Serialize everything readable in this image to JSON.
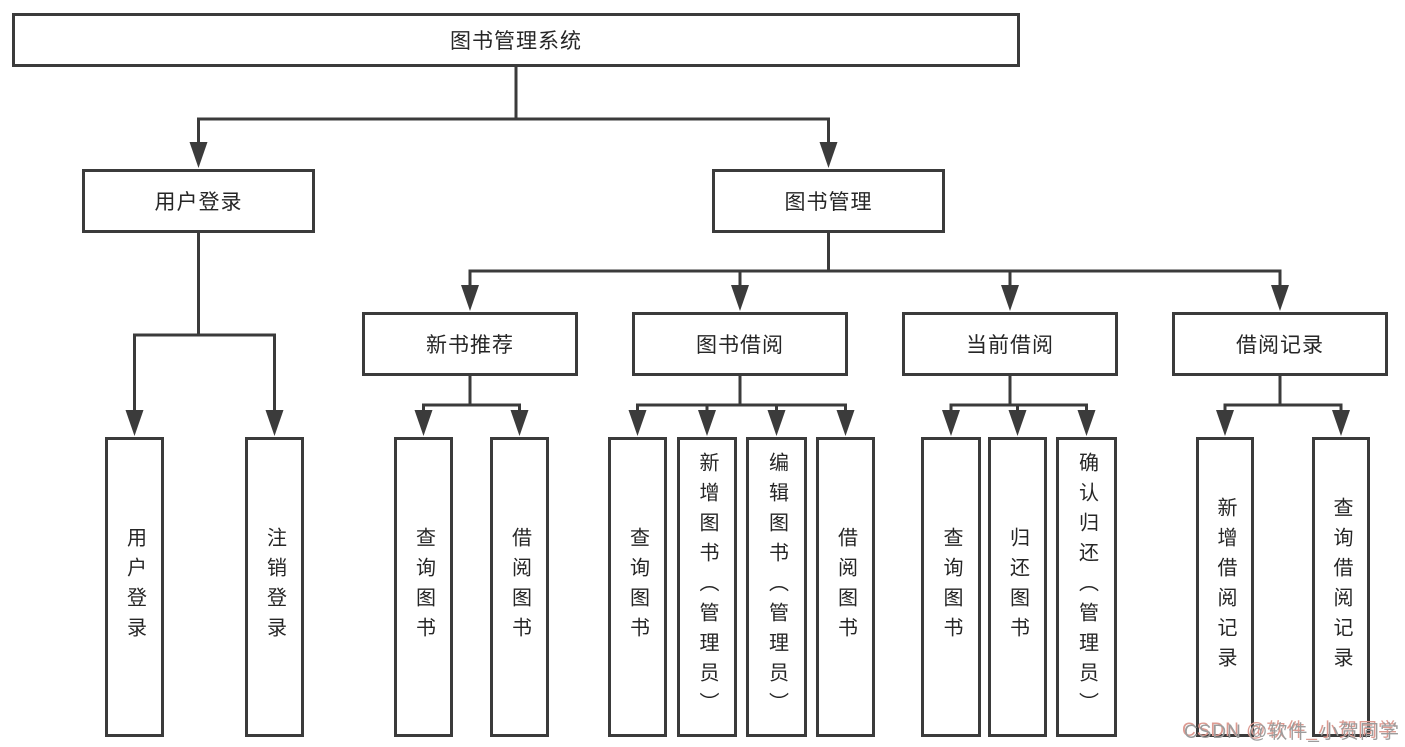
{
  "diagram": {
    "type": "hierarchy-tree",
    "title": "图书管理系统",
    "colors": {
      "line": "#3b3b3b",
      "box_border": "#3b3b3b",
      "text": "#262626",
      "background": "#ffffff",
      "watermark_text": "#9c9c9c",
      "watermark_shadow": "#dd9b92"
    },
    "nodes": [
      {
        "id": "root",
        "label": "图书管理系统",
        "level": 0,
        "text_direction": "horizontal"
      },
      {
        "id": "user-login",
        "label": "用户登录",
        "level": 1,
        "text_direction": "horizontal"
      },
      {
        "id": "book-mgmt",
        "label": "图书管理",
        "level": 1,
        "text_direction": "horizontal"
      },
      {
        "id": "new-books",
        "label": "新书推荐",
        "level": 2,
        "text_direction": "horizontal"
      },
      {
        "id": "book-borrow",
        "label": "图书借阅",
        "level": 2,
        "text_direction": "horizontal"
      },
      {
        "id": "current-borrow",
        "label": "当前借阅",
        "level": 2,
        "text_direction": "horizontal"
      },
      {
        "id": "borrow-records",
        "label": "借阅记录",
        "level": 2,
        "text_direction": "horizontal"
      },
      {
        "id": "leaf-user-login",
        "label": "用户登录",
        "level": 3,
        "text_direction": "vertical"
      },
      {
        "id": "leaf-logout",
        "label": "注销登录",
        "level": 3,
        "text_direction": "vertical"
      },
      {
        "id": "leaf-nb-query",
        "label": "查询图书",
        "level": 3,
        "text_direction": "vertical"
      },
      {
        "id": "leaf-nb-borrow",
        "label": "借阅图书",
        "level": 3,
        "text_direction": "vertical"
      },
      {
        "id": "leaf-bw-query",
        "label": "查询图书",
        "level": 3,
        "text_direction": "vertical"
      },
      {
        "id": "leaf-bw-add",
        "label": "新增图书（管理员）",
        "level": 3,
        "text_direction": "vertical"
      },
      {
        "id": "leaf-bw-edit",
        "label": "编辑图书（管理员）",
        "level": 3,
        "text_direction": "vertical"
      },
      {
        "id": "leaf-bw-borrow",
        "label": "借阅图书",
        "level": 3,
        "text_direction": "vertical"
      },
      {
        "id": "leaf-cb-query",
        "label": "查询图书",
        "level": 3,
        "text_direction": "vertical"
      },
      {
        "id": "leaf-cb-return",
        "label": "归还图书",
        "level": 3,
        "text_direction": "vertical"
      },
      {
        "id": "leaf-cb-confirm",
        "label": "确认归还（管理员）",
        "level": 3,
        "text_direction": "vertical"
      },
      {
        "id": "leaf-rec-add",
        "label": "新增借阅记录",
        "level": 3,
        "text_direction": "vertical"
      },
      {
        "id": "leaf-rec-query",
        "label": "查询借阅记录",
        "level": 3,
        "text_direction": "vertical"
      }
    ],
    "edges": [
      {
        "from": "root",
        "to": [
          "user-login",
          "book-mgmt"
        ]
      },
      {
        "from": "user-login",
        "to": [
          "leaf-user-login",
          "leaf-logout"
        ]
      },
      {
        "from": "book-mgmt",
        "to": [
          "new-books",
          "book-borrow",
          "current-borrow",
          "borrow-records"
        ]
      },
      {
        "from": "new-books",
        "to": [
          "leaf-nb-query",
          "leaf-nb-borrow"
        ]
      },
      {
        "from": "book-borrow",
        "to": [
          "leaf-bw-query",
          "leaf-bw-add",
          "leaf-bw-edit",
          "leaf-bw-borrow"
        ]
      },
      {
        "from": "current-borrow",
        "to": [
          "leaf-cb-query",
          "leaf-cb-return",
          "leaf-cb-confirm"
        ]
      },
      {
        "from": "borrow-records",
        "to": [
          "leaf-rec-add",
          "leaf-rec-query"
        ]
      }
    ],
    "watermark": "CSDN @软件_小贺同学"
  }
}
